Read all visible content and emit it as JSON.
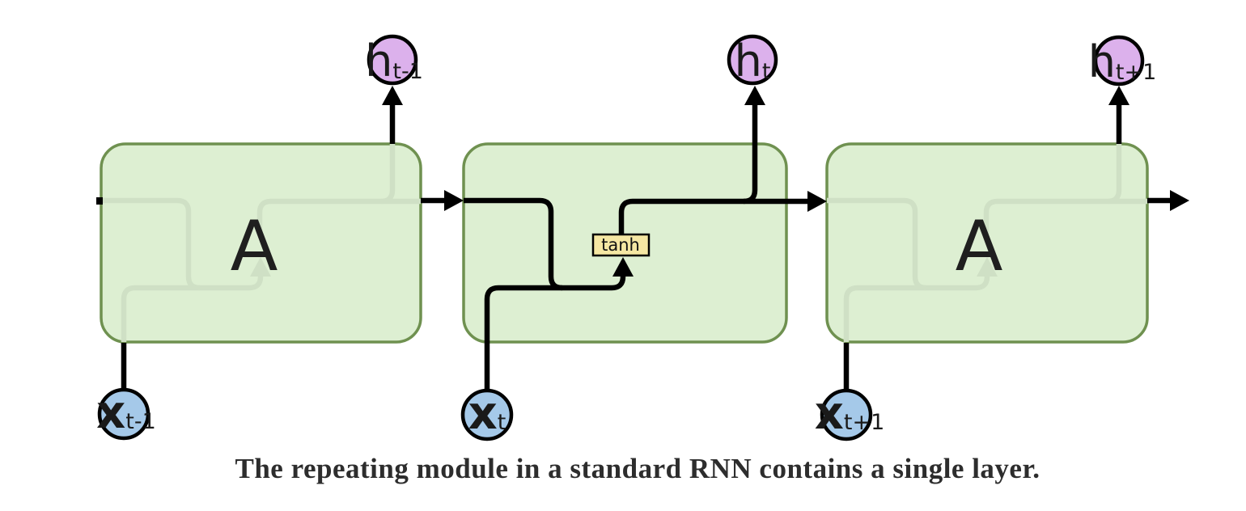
{
  "colors": {
    "background": "#ffffff",
    "cell_fill": "#ddefd2",
    "cell_border": "#6f9150",
    "wire": "#000000",
    "faint_wire": "#cfe0c5",
    "h_node_fill": "#dcb1ec",
    "x_node_fill": "#a5c9e9",
    "node_border": "#000000",
    "tanh_fill": "#f5e7a3",
    "tanh_border": "#000000"
  },
  "cells": {
    "prev_label": "A",
    "next_label": "A"
  },
  "activation": {
    "label": "tanh"
  },
  "h_nodes": [
    {
      "main": "h",
      "sub": "t-1"
    },
    {
      "main": "h",
      "sub": "t"
    },
    {
      "main": "h",
      "sub": "t+1"
    }
  ],
  "x_nodes": [
    {
      "main": "x",
      "sub": "t-1"
    },
    {
      "main": "x",
      "sub": "t"
    },
    {
      "main": "x",
      "sub": "t+1"
    }
  ],
  "caption": "The repeating module in a standard RNN contains a single layer."
}
